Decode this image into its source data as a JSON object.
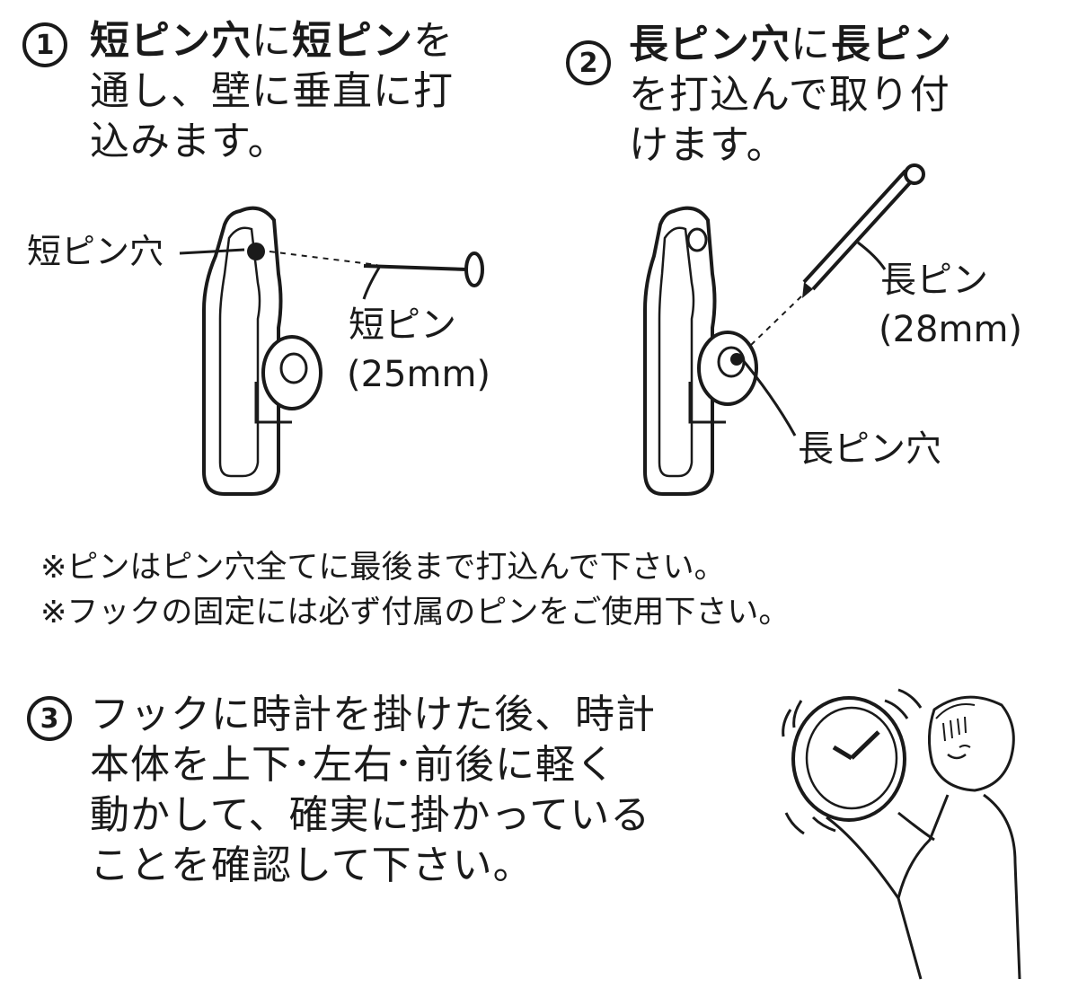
{
  "step1": {
    "number": "1",
    "line1_a": "短ピン穴",
    "line1_b": "に",
    "line1_c": "短ピン",
    "line1_d": "を",
    "line2": "通し、壁に垂直に打",
    "line3": "込みます。",
    "label_hole": "短ピン穴",
    "label_pin": "短ピン",
    "label_pin_size": "(25mm)"
  },
  "step2": {
    "number": "2",
    "line1_a": "長ピン穴",
    "line1_b": "に",
    "line1_c": "長ピン",
    "line2": "を打込んで取り付",
    "line3": "けます。",
    "label_pin": "長ピン",
    "label_pin_size": "(28mm)",
    "label_hole": "長ピン穴"
  },
  "notes": [
    "※ピンはピン穴全てに最後まで打込んで下さい。",
    "※フックの固定には必ず付属のピンをご使用下さい。"
  ],
  "step3": {
    "number": "3",
    "lines": [
      "フックに時計を掛けた後、時計",
      "本体を上下･左右･前後に軽く",
      "動かして、確実に掛かっている",
      "ことを確認して下さい。"
    ]
  },
  "icons": {
    "hook_short": "wall-hook-icon",
    "hook_long": "wall-hook-icon",
    "person_clock": "person-holding-clock-icon"
  }
}
